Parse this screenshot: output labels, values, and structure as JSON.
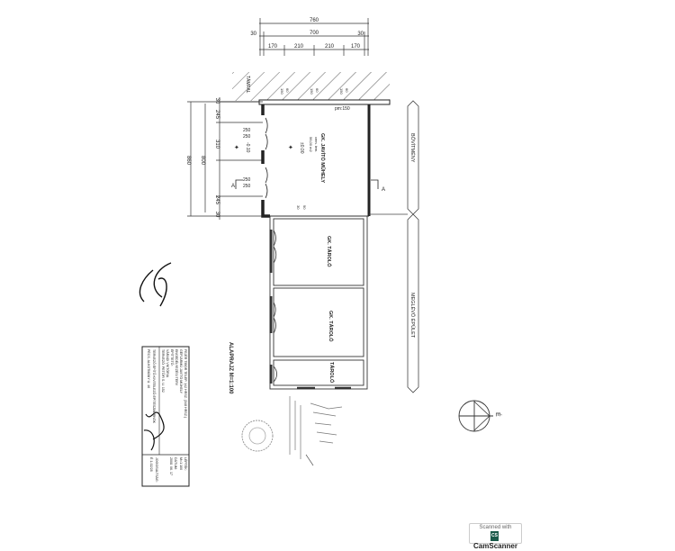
{
  "dimensions_top": {
    "total": "760",
    "inner": "700",
    "wall_left": "30",
    "wall_right": "30",
    "seg1": "170",
    "seg2": "210",
    "seg3": "210",
    "seg4": "170"
  },
  "dimensions_left": {
    "total": "860",
    "inner": "800",
    "wall_top": "30",
    "wall_bottom": "30",
    "seg1": "245",
    "seg2": "310",
    "seg3": "245"
  },
  "door_labels": [
    "250",
    "250",
    "250",
    "250"
  ],
  "wall_labels": {
    "tamfal": "TÁMFAL",
    "pm": "pm:150",
    "window1": "60",
    "window2": "60",
    "window3": "60",
    "w1h": "150",
    "w2h": "150",
    "w3h": "150",
    "dim_30": "30",
    "dim_90": "90"
  },
  "levels": {
    "outside": "-0.10",
    "inside": "±0.00"
  },
  "rooms": [
    {
      "name": "GK. JAVÍTÓ MŰHELY",
      "sub1": "cem. lem.",
      "area": "56,00 m2"
    },
    {
      "name": "GK. TÁROLÓ"
    },
    {
      "name": "GK. TÁROLÓ"
    },
    {
      "name": "TÁROLÓ"
    }
  ],
  "section_marks": [
    "A",
    "A"
  ],
  "neighbors": {
    "upper": "BŐVÍTMÉNY",
    "lower": "MEGLÉVŐ ÉPÜLET"
  },
  "plan_title": "ALAPRAJZ M=1:100",
  "title_block": {
    "lines": [
      "FEJÉR TIBOR TELEP. 142 HRSZ. (348 HRSZ.)",
      "GÉPJÁRMŰ JAVÍTÓ MŰHELY",
      "ENGEDÉLYEZÉSI TERV",
      "ÉPÍTTETŐ:",
      "VÁRADI VIKTÓRIA",
      "TERVEZŐ: PETŐFI S. U. 152",
      "TERVEZŐ ÉPÍTŐ KIVITELEZŐ ÉPÍTÉSZMÉRNÖK",
      "PÉCS, ALKOTMÁNY U. 46"
    ],
    "right": [
      "LÉPTÉK:",
      "M=1:100",
      "DÁTUM:",
      "2008. 06. 17",
      "JOGOSULTSÁG:",
      "É 1-02/28"
    ]
  },
  "north_label": "É",
  "scanner": {
    "top": "Scanned with",
    "brand": "CamScanner",
    "logo": "CS"
  }
}
